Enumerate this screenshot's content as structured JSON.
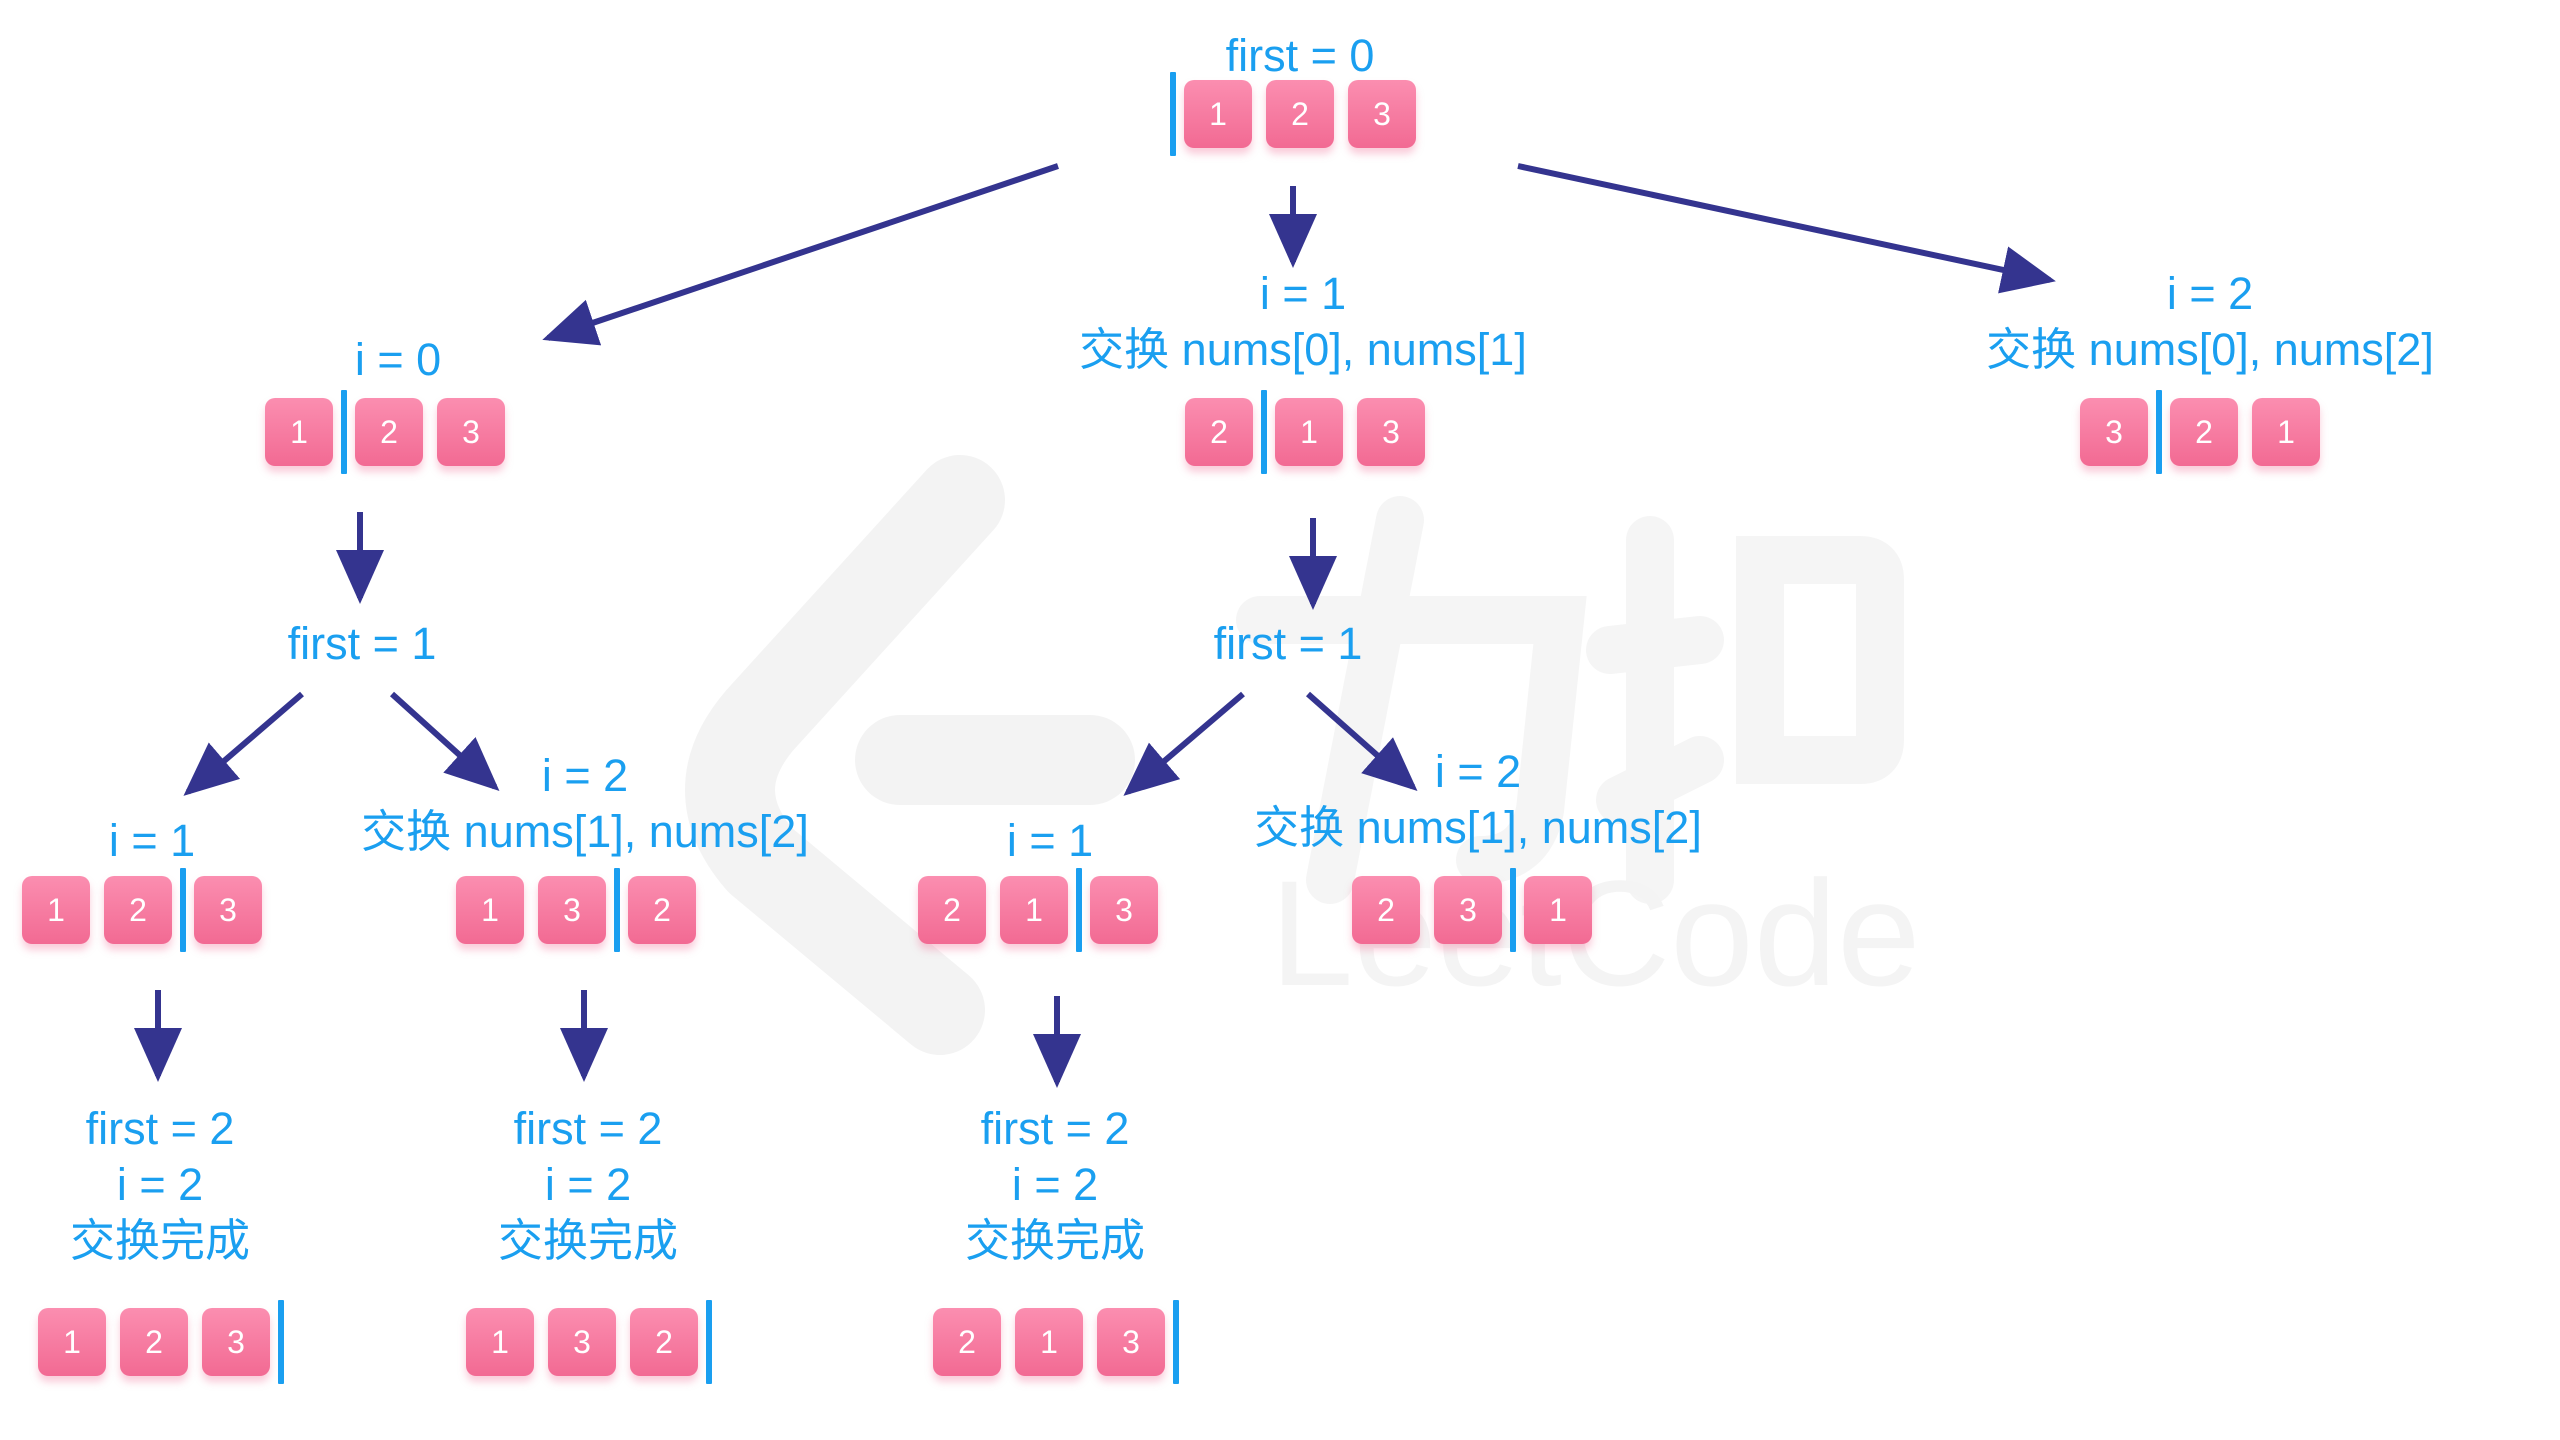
{
  "colors": {
    "label": "#1a9ff0",
    "arrow": "#34348f",
    "cell": "#f4729a",
    "separator": "#1a9ff0"
  },
  "watermark": {
    "text": "LeetCode",
    "icon": "leetcode-logo-icon",
    "glyph": "力扣"
  },
  "nodes": [
    {
      "id": "root",
      "lines": [
        "first = 0"
      ],
      "cells": [
        "1",
        "2",
        "3"
      ],
      "sep": 0
    },
    {
      "id": "a",
      "lines": [
        "i = 0"
      ],
      "cells": [
        "1",
        "2",
        "3"
      ],
      "sep": 1
    },
    {
      "id": "b",
      "lines": [
        "i = 1",
        "交换 nums[0], nums[1]"
      ],
      "cells": [
        "2",
        "1",
        "3"
      ],
      "sep": 1
    },
    {
      "id": "c",
      "lines": [
        "i = 2",
        "交换 nums[0], nums[2]"
      ],
      "cells": [
        "3",
        "2",
        "1"
      ],
      "sep": 1
    },
    {
      "id": "af",
      "lines": [
        "first = 1"
      ],
      "cells": [],
      "sep": -1
    },
    {
      "id": "bf",
      "lines": [
        "first = 1"
      ],
      "cells": [],
      "sep": -1
    },
    {
      "id": "aa",
      "lines": [
        "i = 1"
      ],
      "cells": [
        "1",
        "2",
        "3"
      ],
      "sep": 2
    },
    {
      "id": "ab",
      "lines": [
        "i = 2",
        "交换 nums[1], nums[2]"
      ],
      "cells": [
        "1",
        "3",
        "2"
      ],
      "sep": 2
    },
    {
      "id": "ba",
      "lines": [
        "i = 1"
      ],
      "cells": [
        "2",
        "1",
        "3"
      ],
      "sep": 2
    },
    {
      "id": "bb",
      "lines": [
        "i = 2",
        "交换 nums[1], nums[2]"
      ],
      "cells": [
        "2",
        "3",
        "1"
      ],
      "sep": 2
    },
    {
      "id": "aaa",
      "lines": [
        "first = 2",
        "i = 2",
        "交换完成"
      ],
      "cells": [
        "1",
        "2",
        "3"
      ],
      "sep": 3
    },
    {
      "id": "aba",
      "lines": [
        "first = 2",
        "i = 2",
        "交换完成"
      ],
      "cells": [
        "1",
        "3",
        "2"
      ],
      "sep": 3
    },
    {
      "id": "baa",
      "lines": [
        "first = 2",
        "i = 2",
        "交换完成"
      ],
      "cells": [
        "2",
        "1",
        "3"
      ],
      "sep": 3
    }
  ],
  "edges": [
    [
      "root",
      "a"
    ],
    [
      "root",
      "b"
    ],
    [
      "root",
      "c"
    ],
    [
      "a",
      "af"
    ],
    [
      "b",
      "bf"
    ],
    [
      "af",
      "aa"
    ],
    [
      "af",
      "ab"
    ],
    [
      "bf",
      "ba"
    ],
    [
      "bf",
      "bb"
    ],
    [
      "aa",
      "aaa"
    ],
    [
      "ab",
      "aba"
    ],
    [
      "ba",
      "baa"
    ]
  ]
}
